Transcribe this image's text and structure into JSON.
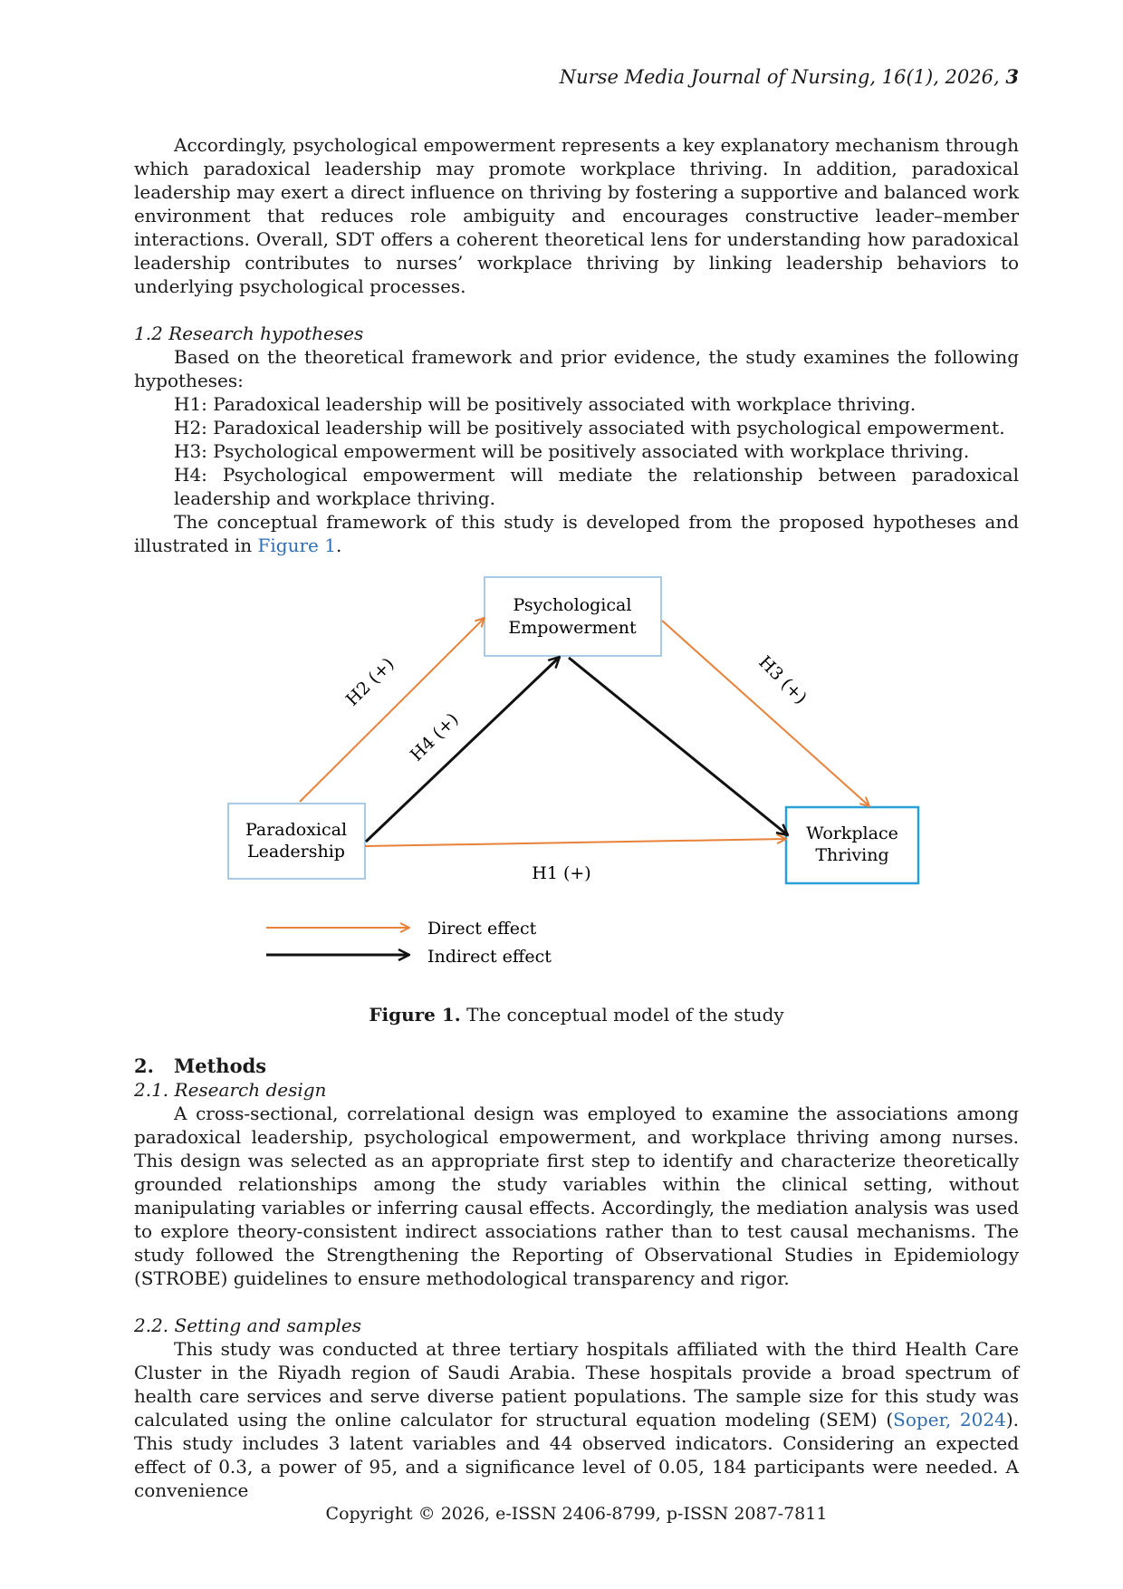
{
  "header": {
    "journal": "Nurse Media Journal of Nursing, 16(1), 2026,",
    "page_number": "3"
  },
  "intro_paragraph": "Accordingly, psychological empowerment represents a key explanatory mechanism through which paradoxical leadership may promote workplace thriving. In addition, paradoxical leadership may exert a direct influence on thriving by fostering a supportive and balanced work environment that reduces role ambiguity and encourages constructive leader–member interactions. Overall, SDT offers a coherent theoretical lens for understanding how paradoxical leadership contributes to nurses’ workplace thriving by linking leadership behaviors to underlying psychological processes.",
  "section_1_2": {
    "heading": "1.2  Research hypotheses",
    "lead": "Based on the theoretical framework and prior evidence, the study examines the following hypotheses:",
    "hypotheses": [
      "H1: Paradoxical leadership will be positively associated with workplace thriving.",
      "H2: Paradoxical leadership will be positively associated with psychological empowerment.",
      "H3: Psychological empowerment will be positively associated with workplace thriving.",
      "H4: Psychological empowerment will mediate the relationship between paradoxical leadership and workplace thriving."
    ],
    "framework_text": "The conceptual framework of this study is developed from the proposed hypotheses and illustrated in ",
    "framework_link": "Figure 1",
    "framework_end": "."
  },
  "figure": {
    "nodes": {
      "pe_line1": "Psychological",
      "pe_line2": "Empowerment",
      "pl_line1": "Paradoxical",
      "pl_line2": "Leadership",
      "wt_line1": "Workplace",
      "wt_line2": "Thriving"
    },
    "paths": {
      "h1": "H1 (+)",
      "h2": "H2 (+)",
      "h3": "H3 (+)",
      "h4": "H4 (+)"
    },
    "legend": {
      "direct": "Direct effect",
      "indirect": "Indirect effect"
    },
    "colors": {
      "direct": "#e8813a",
      "indirect": "#111111",
      "box_border": "#a9cbe6",
      "box_border_strong": "#2aa0d8"
    },
    "caption_label": "Figure 1.",
    "caption_text": " The conceptual model of the study"
  },
  "methods": {
    "heading_num": "2.",
    "heading": "Methods",
    "design_heading": "2.1. Research design",
    "design_text": "A cross-sectional, correlational design was employed to examine the associations among paradoxical leadership, psychological empowerment, and workplace thriving among nurses. This design was selected as an appropriate first step to identify and characterize theoretically grounded relationships among the study variables within the clinical setting, without manipulating variables or inferring causal effects. Accordingly, the mediation analysis was used to explore theory-consistent indirect associations rather than to test causal mechanisms. The study followed the Strengthening the Reporting of Observational Studies in Epidemiology (STROBE) guidelines to ensure methodological transparency and rigor.",
    "setting_heading": "2.2. Setting and samples",
    "setting_text_a": "This study was conducted at three tertiary hospitals affiliated with the third Health Care Cluster in the Riyadh region of Saudi Arabia. These hospitals provide a broad spectrum of health care services and serve diverse patient populations. The sample size for this study was calculated using the online calculator for structural equation modeling (SEM) (",
    "setting_link": "Soper, 2024",
    "setting_text_b": "). This study includes 3 latent variables and 44 observed indicators. Considering an expected effect of 0.3, a power of 95, and a significance level of 0.05, 184 participants were needed. A convenience"
  },
  "footer": "Copyright © 2026, e-ISSN 2406-8799, p-ISSN 2087-7811"
}
